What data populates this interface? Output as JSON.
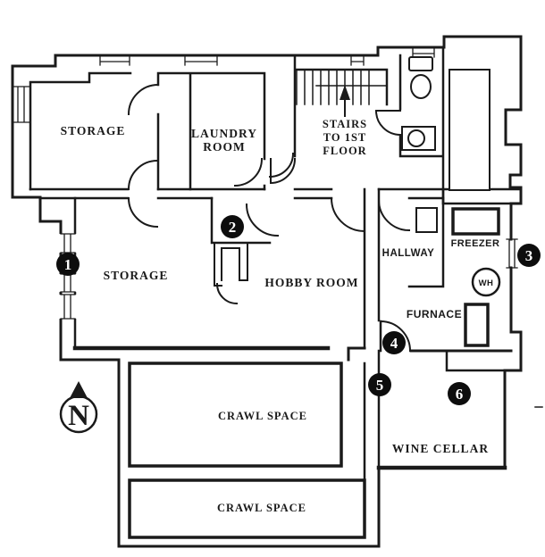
{
  "labels": {
    "storage_upper": "STORAGE",
    "laundry_1": "LAUNDRY",
    "laundry_2": "ROOM",
    "stairs_1": "STAIRS",
    "stairs_2": "TO 1ST",
    "stairs_3": "FLOOR",
    "hallway": "HALLWAY",
    "freezer": "FREEZER",
    "storage_lower": "STORAGE",
    "hobby_room": "HOBBY ROOM",
    "furnace": "FURNACE",
    "water_heater": "WH",
    "crawl_space_upper": "CRAWL SPACE",
    "crawl_space_lower": "CRAWL SPACE",
    "wine_cellar": "WINE CELLAR",
    "compass": "N"
  },
  "markers": [
    {
      "label": "1"
    },
    {
      "label": "2"
    },
    {
      "label": "3"
    },
    {
      "label": "4"
    },
    {
      "label": "5"
    },
    {
      "label": "6"
    }
  ],
  "colors": {
    "ink": "#1a1a1a",
    "background": "#ffffff",
    "marker_fill": "#0d0d0d",
    "marker_text": "#ffffff"
  }
}
